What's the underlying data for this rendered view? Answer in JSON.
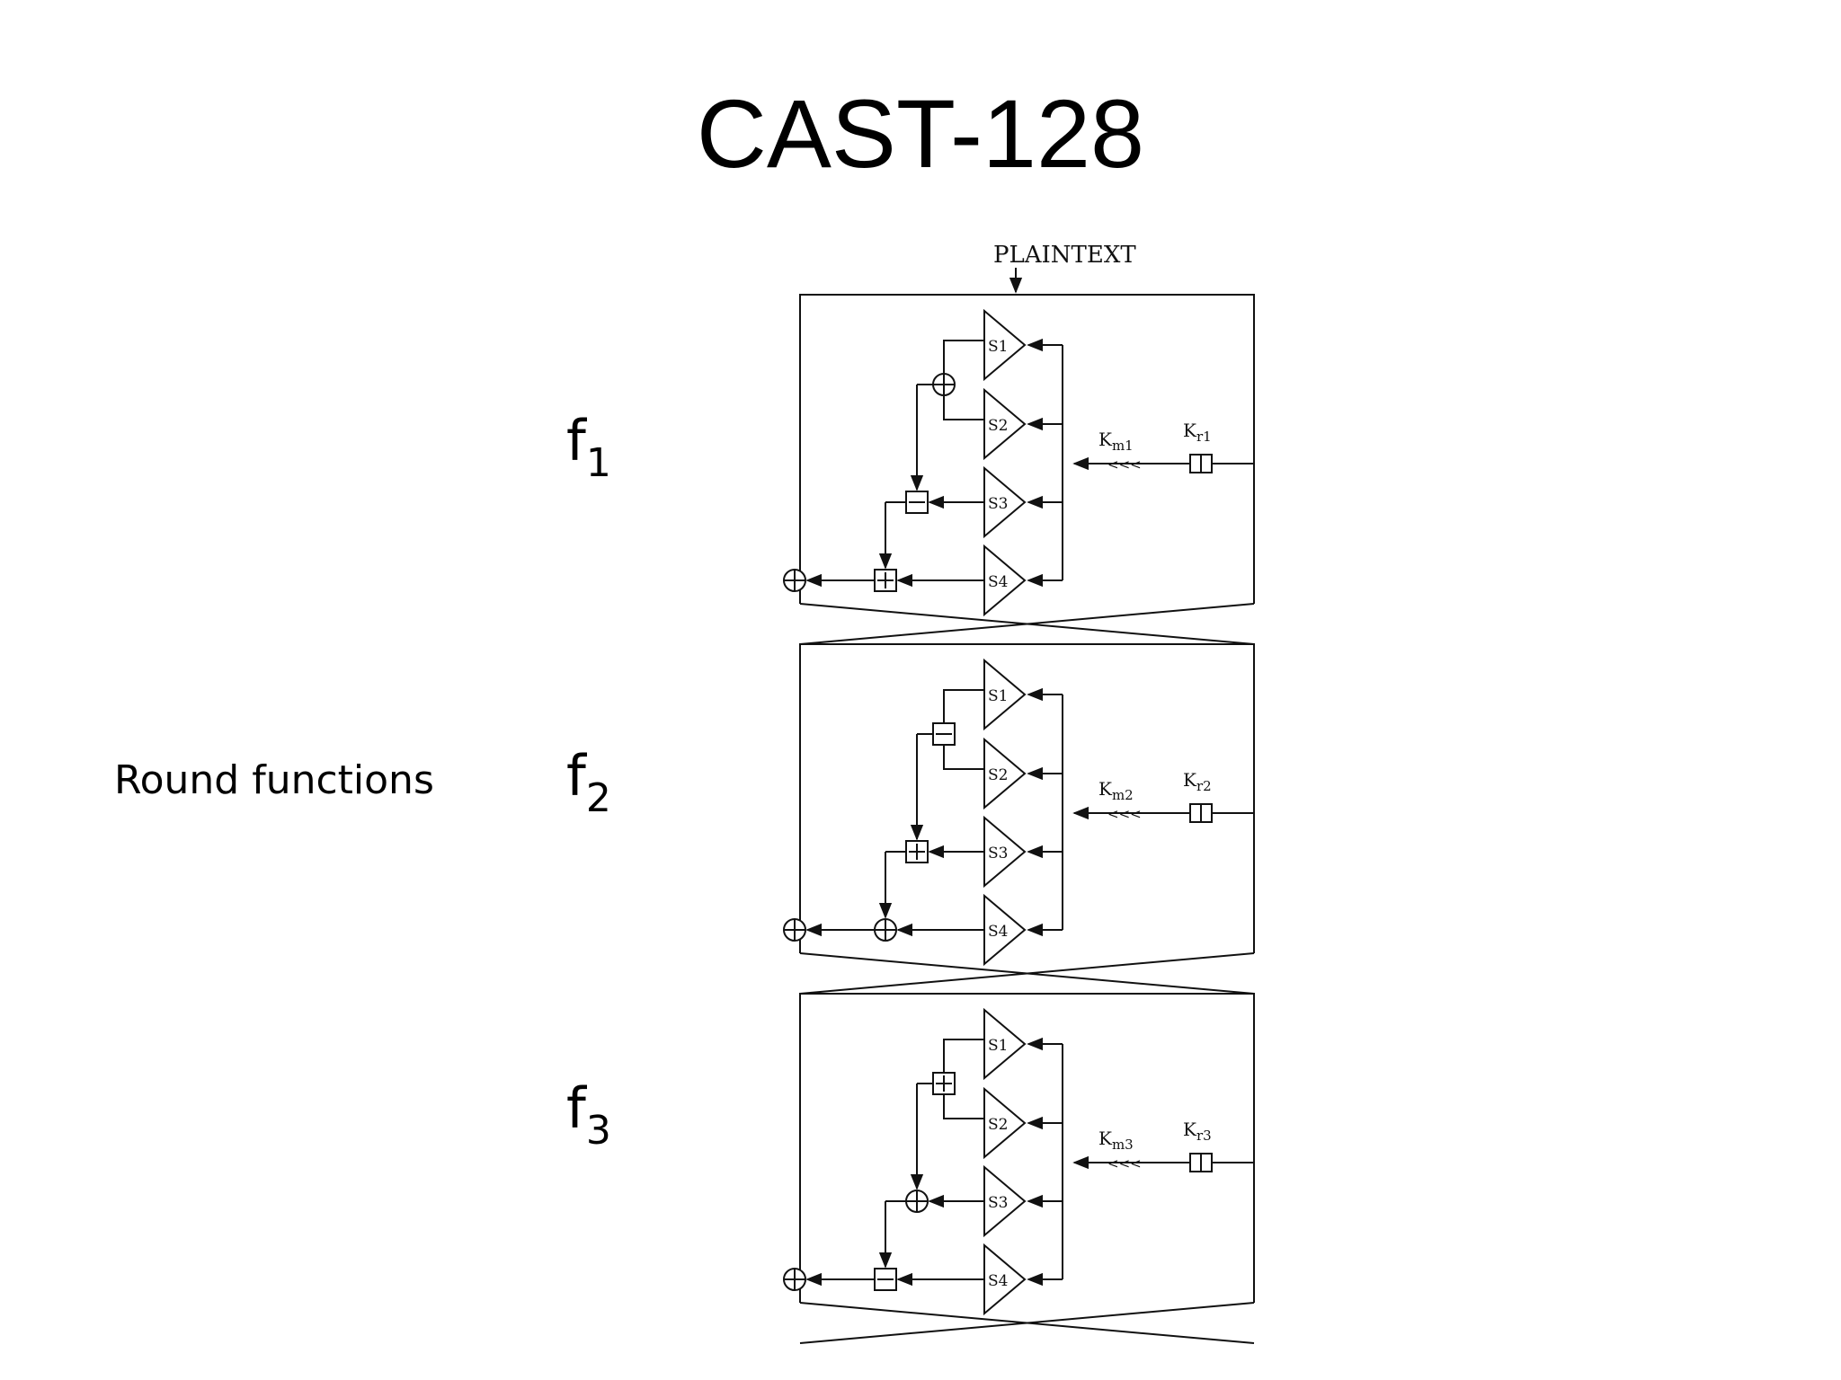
{
  "slide": {
    "title": "CAST-128",
    "side_label": "Round functions"
  },
  "diagram": {
    "input_label": "PLAINTEXT",
    "rotation_symbol": "<<<",
    "sbox_labels": [
      "S1",
      "S2",
      "S3",
      "S4"
    ],
    "rounds": [
      {
        "function_base": "f",
        "function_sub": "1",
        "km_base": "K",
        "km_sub": "m1",
        "kr_base": "K",
        "kr_sub": "r1",
        "operations": [
          "xor",
          "sub",
          "add",
          "xor"
        ]
      },
      {
        "function_base": "f",
        "function_sub": "2",
        "km_base": "K",
        "km_sub": "m2",
        "kr_base": "K",
        "kr_sub": "r2",
        "operations": [
          "sub",
          "add",
          "xor",
          "xor"
        ]
      },
      {
        "function_base": "f",
        "function_sub": "3",
        "km_base": "K",
        "km_sub": "m3",
        "kr_base": "K",
        "kr_sub": "r3",
        "operations": [
          "add",
          "xor",
          "sub",
          "xor"
        ]
      }
    ]
  }
}
